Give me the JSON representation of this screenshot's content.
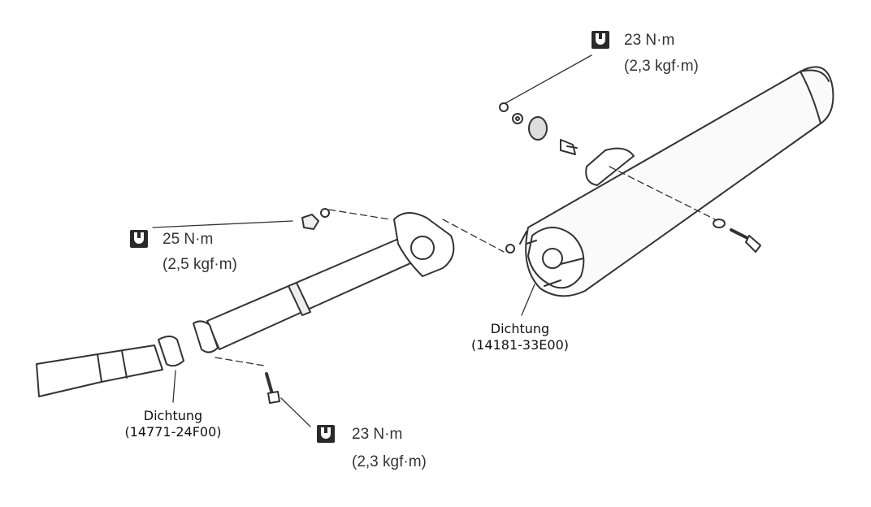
{
  "torque_top": {
    "value": "23 N·m",
    "alt": "(2,3 kgf·m)"
  },
  "torque_left": {
    "value": "25 N·m",
    "alt": "(2,5 kgf·m)"
  },
  "torque_bottom": {
    "value": "23 N·m",
    "alt": "(2,3 kgf·m)"
  },
  "gasket_right": {
    "label": "Dichtung",
    "part": "(14181-33E00)"
  },
  "gasket_left": {
    "label": "Dichtung",
    "part": "(14771-24F00)"
  },
  "icons": [
    "torque-wrench-icon"
  ]
}
